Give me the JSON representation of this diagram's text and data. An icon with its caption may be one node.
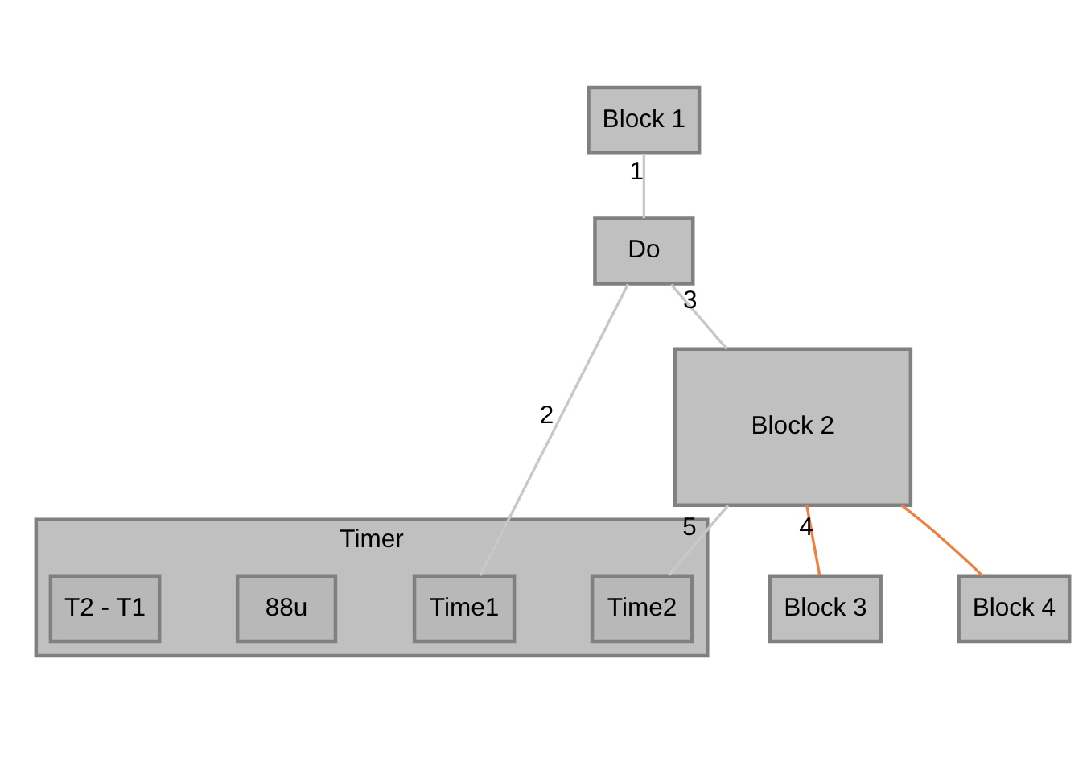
{
  "diagram": {
    "nodes": [
      {
        "text": [
          "Block 1"
        ]
      },
      {
        "text": [
          "Do"
        ]
      },
      {
        "text": [
          "Timer"
        ]
      },
      {
        "text": [
          "Time1"
        ],
        "in": 2
      },
      {
        "text": [
          "Time2"
        ],
        "in": 2
      },
      {
        "text": [
          "88u"
        ],
        "in": 2
      },
      {
        "text": [
          "T2 - T1"
        ],
        "in": 2
      },
      {
        "text": [
          "Block 2"
        ]
      },
      {
        "text": [
          "Block 3"
        ]
      },
      {
        "text": [
          "Block 4"
        ]
      }
    ],
    "edges": [
      {
        "from": 0,
        "to": 1,
        "arrow": "none",
        "label": "1"
      },
      {
        "from": 1,
        "to": 3,
        "arrow": "none",
        "label": "2"
      },
      {
        "from": 1,
        "to": 7,
        "arrow": "none",
        "label": "3"
      },
      {
        "from": 7,
        "to": 8,
        "arrow": "none",
        "label": "4",
        "color": "#f08040"
      },
      {
        "from": 7,
        "to": 9,
        "arrow": "none",
        "color": "#f08040"
      },
      {
        "from": 7,
        "to": 4,
        "arrow": "none",
        "label": "5"
      }
    ]
  }
}
